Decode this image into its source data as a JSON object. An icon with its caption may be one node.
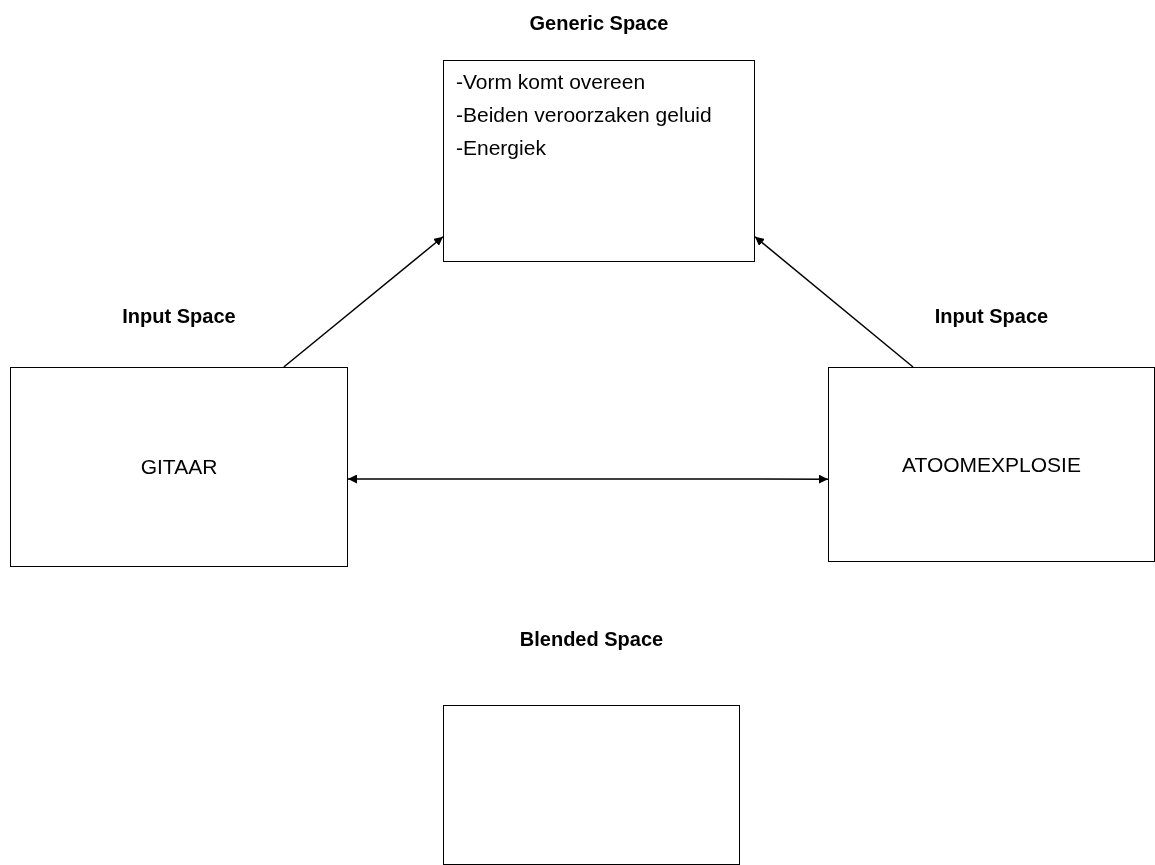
{
  "diagram": {
    "nodes": [
      {
        "text": [
          "Generic Space",
          "-Vorm komt overeen",
          "-Beiden veroorzaken geluid",
          "-Energiek"
        ]
      },
      {
        "text": [
          "Input Space",
          "GITAAR"
        ]
      },
      {
        "text": [
          "Input Space",
          "ATOOMEXPLOSIE"
        ]
      },
      {
        "text": [
          "Blended Space"
        ]
      }
    ],
    "edges": [
      {
        "from": 1,
        "to": 0,
        "arrow": "to"
      },
      {
        "from": 2,
        "to": 0,
        "arrow": "to"
      },
      {
        "from": 1,
        "to": 2,
        "arrow": "both"
      }
    ]
  }
}
